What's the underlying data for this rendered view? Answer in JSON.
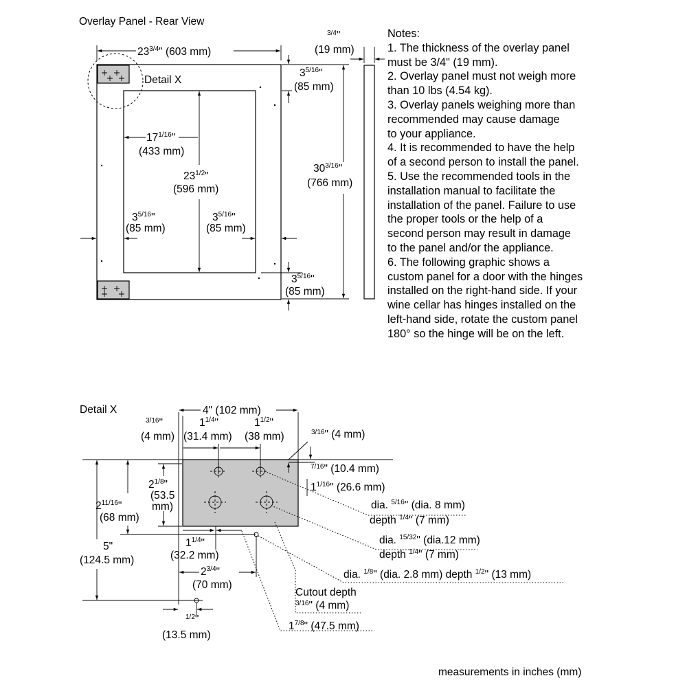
{
  "rear_view": {
    "title": "Overlay Panel - Rear View",
    "detail_label": "Detail X",
    "width": {
      "whole": "23",
      "frac": "3/4",
      "rest": "\" (603 mm)"
    },
    "thickness": {
      "frac": "3/4",
      "in": "\"",
      "mm": "(19 mm)"
    },
    "top_margin": {
      "whole": "3",
      "frac": "5/16",
      "in": "\"",
      "mm": "(85 mm)"
    },
    "inner_width": {
      "whole": "17",
      "frac": "1/16",
      "in": "\"",
      "mm": "(433 mm)"
    },
    "inner_height": {
      "whole": "23",
      "frac": "1/2",
      "in": "\"",
      "mm": "(596 mm)"
    },
    "height": {
      "whole": "30",
      "frac": "3/16",
      "in": "\"",
      "mm": "(766 mm)"
    },
    "left_margin": {
      "whole": "3",
      "frac": "5/16",
      "in": "\"",
      "mm": "(85 mm)"
    },
    "right_margin": {
      "whole": "3",
      "frac": "5/16",
      "in": "\"",
      "mm": "(85 mm)"
    },
    "bottom_margin": {
      "whole": "3",
      "frac": "5/16",
      "in": "\"",
      "mm": "(85 mm)"
    }
  },
  "notes": {
    "heading": "Notes:",
    "lines": [
      "1. The thickness of the overlay panel",
      "must be 3/4\" (19 mm).",
      "2. Overlay panel must not weigh more",
      "than 10 lbs (4.54 kg).",
      "3. Overlay panels weighing more than",
      "recommended may cause damage",
      "to your appliance.",
      "4. It is recommended to have the help",
      "of a second person to install the panel.",
      "5. Use the recommended tools in the",
      "installation manual to facilitate the",
      "installation of the panel. Failure to use",
      "the proper tools or the help of a",
      "second person may result in damage",
      "to the panel and/or the appliance.",
      "6. The following graphic shows a",
      "custom panel for a door with the hinges",
      "installed on the right-hand side. If your",
      "wine cellar has hinges installed on the",
      "left-hand side, rotate the custom panel",
      "180° so the hinge will be on the left."
    ]
  },
  "detail_x": {
    "title": "Detail X",
    "overall_width": "4\" (102 mm)",
    "edge_offset": {
      "frac": "3/16",
      "in": "\"",
      "mm": "(4 mm)"
    },
    "hole_spacing_1": {
      "whole": "1",
      "frac": "1/4",
      "in": "\"",
      "mm": "(31.4 mm)"
    },
    "hole_spacing_2": {
      "whole": "1",
      "frac": "1/2",
      "in": "\"",
      "mm": "(38 mm)"
    },
    "top_offset": {
      "frac": "3/16",
      "rest": "\" (4 mm)"
    },
    "row1": {
      "frac": "7/16",
      "rest": "\" (10.4 mm)"
    },
    "row2": {
      "whole": "1",
      "frac": "1/16",
      "rest": "\" (26.6 mm)"
    },
    "cutout_height": {
      "whole": "2",
      "frac": "1/8",
      "in": "\"",
      "mm": "(53.5",
      "mm2": "mm)"
    },
    "block_height": {
      "whole": "2",
      "frac": "11/16",
      "in": "\"",
      "mm": "(68 mm)"
    },
    "total_height": {
      "in": "5\"",
      "mm": "(124.5 mm)"
    },
    "bottom_left": {
      "whole": "1",
      "frac": "1/4",
      "in": "\"",
      "mm": "(32.2 mm)"
    },
    "bottom_mid": {
      "whole": "2",
      "frac": "3/4",
      "in": "\"",
      "mm": "(70 mm)"
    },
    "bottom_hole": {
      "frac": "1/2",
      "in": "\"",
      "mm": "(13.5 mm)"
    },
    "callout_small": {
      "pre": "dia. ",
      "frac": "5/16",
      "rest": "\" (dia. 8 mm)",
      "depth_pre": "depth ",
      "depth_frac": "1/4",
      "depth_rest": "\" (7 mm)"
    },
    "callout_large": {
      "pre": "dia. ",
      "frac": "15/32",
      "rest": "\" (dia.12 mm)",
      "depth_pre": "depth ",
      "depth_frac": "1/4",
      "depth_rest": "\" (7 mm)"
    },
    "callout_pin": {
      "pre": "dia. ",
      "frac": "1/8",
      "mid": "\" (dia. 2.8 mm) depth ",
      "frac2": "1/2",
      "rest": "\" (13 mm)"
    },
    "cutout_depth": {
      "label": "Cutout depth",
      "frac": "3/16",
      "rest": "\" (4 mm)"
    },
    "pin_offset": {
      "whole": "1",
      "frac": "7/8",
      "rest": "\" (47.5 mm)"
    }
  },
  "footer": "measurements in inches (mm)"
}
